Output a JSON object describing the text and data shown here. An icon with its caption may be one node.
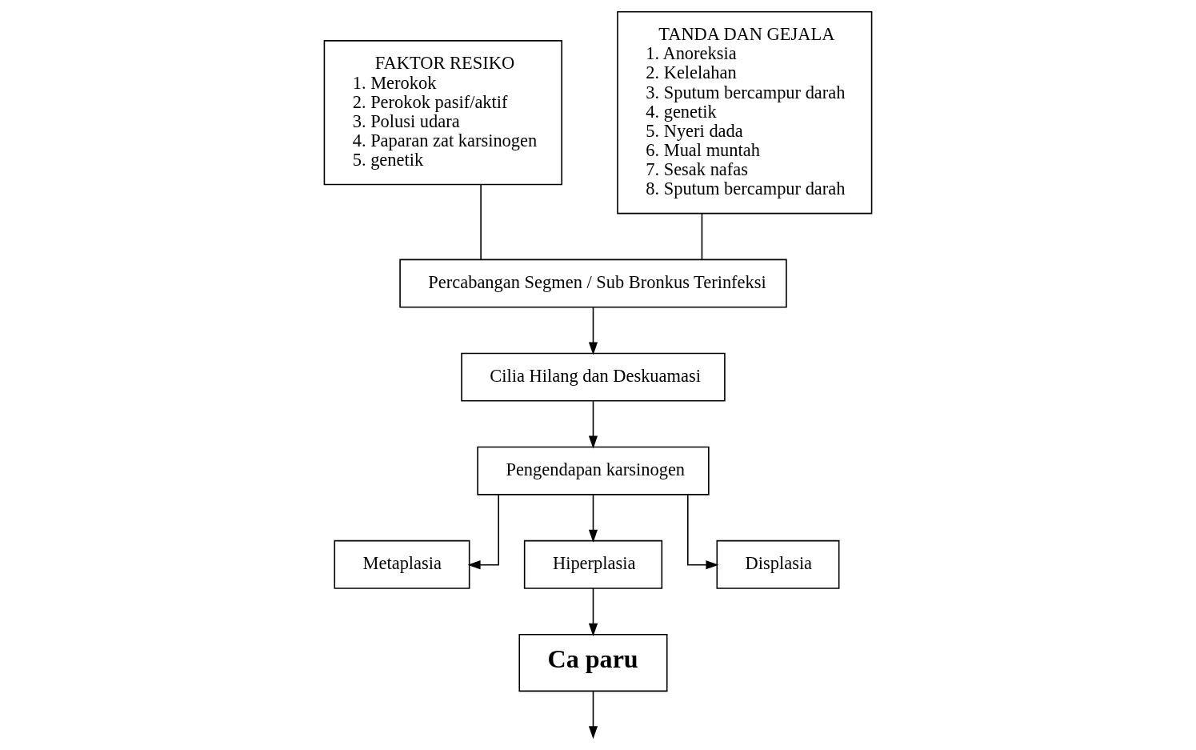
{
  "diagram": {
    "nodes": [
      {
        "text": [
          "FAKTOR RESIKO",
          "1. Merokok",
          "2. Perokok pasif/aktif",
          "3. Polusi udara",
          "4. Paparan zat karsinogen",
          "5. genetik"
        ]
      },
      {
        "text": [
          "TANDA DAN GEJALA",
          "1. Anoreksia",
          "2. Kelelahan",
          "3. Sputum bercampur darah",
          "4. genetik",
          "5. Nyeri dada",
          "6. Mual muntah",
          "7. Sesak nafas",
          "8. Sputum bercampur darah"
        ]
      },
      {
        "text": [
          "Percabangan Segmen / Sub Bronkus Terinfeksi"
        ]
      },
      {
        "text": [
          "Cilia Hilang dan Deskuamasi"
        ]
      },
      {
        "text": [
          "Pengendapan karsinogen"
        ]
      },
      {
        "text": [
          "Metaplasia"
        ]
      },
      {
        "text": [
          "Hiperplasia"
        ]
      },
      {
        "text": [
          "Displasia"
        ]
      },
      {
        "text": [
          "Ca paru"
        ]
      }
    ],
    "edges": [
      {
        "from": 0,
        "to": 2,
        "arrow": "none"
      },
      {
        "from": 1,
        "to": 2,
        "arrow": "none"
      },
      {
        "from": 2,
        "to": 3,
        "arrow": "to"
      },
      {
        "from": 3,
        "to": 4,
        "arrow": "to"
      },
      {
        "from": 4,
        "to": 5,
        "arrow": "to"
      },
      {
        "from": 4,
        "to": 6,
        "arrow": "to"
      },
      {
        "from": 4,
        "to": 7,
        "arrow": "to"
      },
      {
        "from": 6,
        "to": 8,
        "arrow": "to"
      },
      {
        "from": 8,
        "to": null,
        "arrow": "to"
      }
    ]
  }
}
